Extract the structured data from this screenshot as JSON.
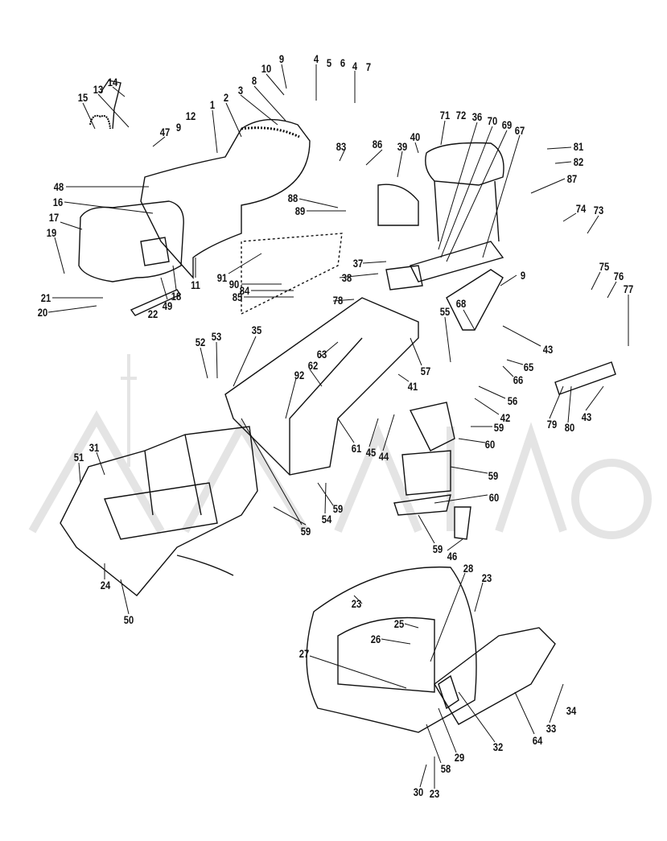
{
  "diagram": {
    "title": "",
    "callouts": [
      "9",
      "4",
      "5",
      "6",
      "4",
      "7",
      "10",
      "8",
      "3",
      "2",
      "1",
      "14",
      "13",
      "15",
      "12",
      "9",
      "47",
      "48",
      "16",
      "17",
      "19",
      "11",
      "21",
      "20",
      "22",
      "49",
      "18",
      "91",
      "90",
      "84",
      "85",
      "38",
      "37",
      "83",
      "86",
      "88",
      "89",
      "39",
      "40",
      "71",
      "72",
      "36",
      "70",
      "69",
      "67",
      "81",
      "82",
      "87",
      "74",
      "73",
      "75",
      "76",
      "77",
      "9",
      "68",
      "43",
      "65",
      "66",
      "55",
      "57",
      "41",
      "56",
      "42",
      "59",
      "79",
      "80",
      "43",
      "78",
      "63",
      "62",
      "92",
      "35",
      "53",
      "52",
      "61",
      "45",
      "44",
      "60",
      "59",
      "60",
      "59",
      "46",
      "59",
      "54",
      "59",
      "31",
      "51",
      "24",
      "50",
      "23",
      "28",
      "23",
      "25",
      "26",
      "27",
      "29",
      "32",
      "64",
      "33",
      "34",
      "58",
      "30",
      "23"
    ]
  },
  "colors": {
    "ink": "#111111",
    "watermark": "#e6e6e6"
  }
}
